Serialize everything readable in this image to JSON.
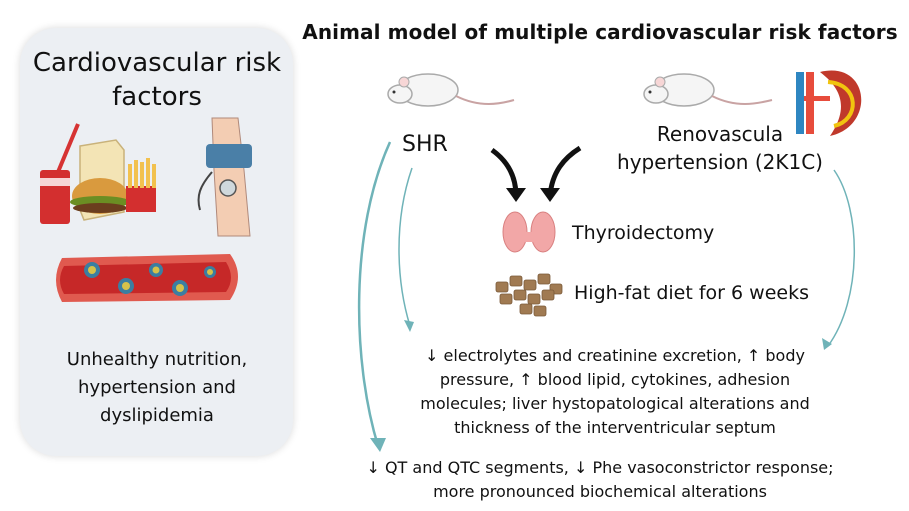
{
  "main_title": "Animal model of multiple cardiovascular risk factors",
  "risk_panel": {
    "title_line1": "Cardiovascular risk",
    "title_line2": "factors",
    "caption_line1": "Unhealthy nutrition,",
    "caption_line2": "hypertension and",
    "caption_line3": "dyslipidemia"
  },
  "models": {
    "shr_label": "SHR",
    "renovascular_line1": "Renovascula",
    "renovascular_line2": "hypertension (2K1C)"
  },
  "interventions": {
    "thyroidectomy": "Thyroidectomy",
    "diet": "High-fat diet for 6 weeks"
  },
  "results": {
    "main_line1": "↓ electrolytes and creatinine excretion, ↑ body",
    "main_line2": "pressure, ↑ blood lipid, cytokines, adhesion",
    "main_line3": "molecules; liver hystopatological alterations and",
    "main_line4": "thickness of the interventricular septum",
    "shr_line1": "↓ QT and QTC segments, ↓ Phe vasoconstrictor response;",
    "shr_line2": "more pronounced biochemical alterations"
  },
  "colors": {
    "arrow_teal": "#6fb3b8",
    "panel_bg": "#eceff3",
    "artery_red": "#c62828",
    "thyroid_pink": "#f2a7a7",
    "food_brown": "#a07a52"
  }
}
